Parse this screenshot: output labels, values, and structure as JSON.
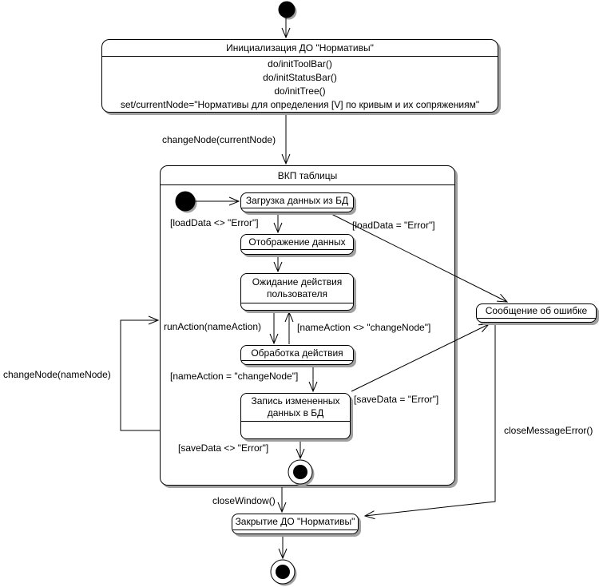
{
  "init_state": {
    "name": "Инициализация ДО \"Нормативы\"",
    "actions": [
      "do/initToolBar()",
      "do/initStatusBar()",
      "do/initTree()",
      "set/currentNode=\"Нормативы для определения [V] по кривым и их сопряжениям\""
    ]
  },
  "composite_state": {
    "name": "ВКП таблицы"
  },
  "states": {
    "load_data": "Загрузка данных из БД",
    "display_data": "Отображение данных",
    "wait_user": "Ожидание действия пользователя",
    "process_action": "Обработка действия",
    "save_data": "Запись измененных данных в БД",
    "error_message": "Сообщение об ошибке",
    "close_do": "Закрытие ДО \"Нормативы\""
  },
  "transitions": {
    "change_node_current": "changeNode(currentNode)",
    "load_ok": "[loadData <> \"Error\"]",
    "load_error": "[loadData = \"Error\"]",
    "run_action": "runAction(nameAction)",
    "name_action_neq": "[nameAction <> \"changeNode\"]",
    "name_action_eq": "[nameAction = \"changeNode\"]",
    "save_error": "[saveData = \"Error\"]",
    "save_ok": "[saveData <> \"Error\"]",
    "change_node_name": "changeNode(nameNode)",
    "close_window": "closeWindow()",
    "close_message_error": "closeMessageError()"
  },
  "colors": {
    "line": "#000000",
    "state_fill": "#ffffff",
    "shadow": "#a0a0a0"
  }
}
